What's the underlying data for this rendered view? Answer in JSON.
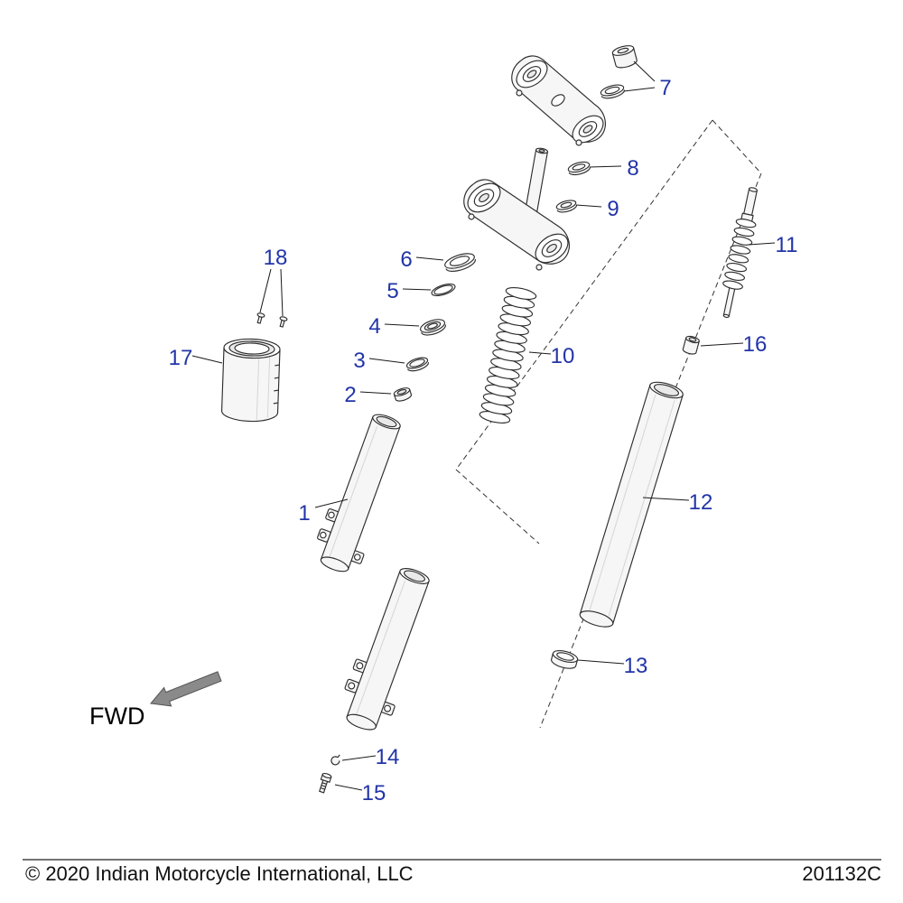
{
  "footer": {
    "copyright": "© 2020 Indian Motorcycle International, LLC",
    "part_number": "201132C"
  },
  "direction": {
    "label": "FWD"
  },
  "callouts": [
    {
      "num": "1"
    },
    {
      "num": "2"
    },
    {
      "num": "3"
    },
    {
      "num": "4"
    },
    {
      "num": "5"
    },
    {
      "num": "6"
    },
    {
      "num": "7"
    },
    {
      "num": "8"
    },
    {
      "num": "9"
    },
    {
      "num": "10"
    },
    {
      "num": "11"
    },
    {
      "num": "12"
    },
    {
      "num": "13"
    },
    {
      "num": "14"
    },
    {
      "num": "15"
    },
    {
      "num": "16"
    },
    {
      "num": "17"
    },
    {
      "num": "18"
    }
  ]
}
